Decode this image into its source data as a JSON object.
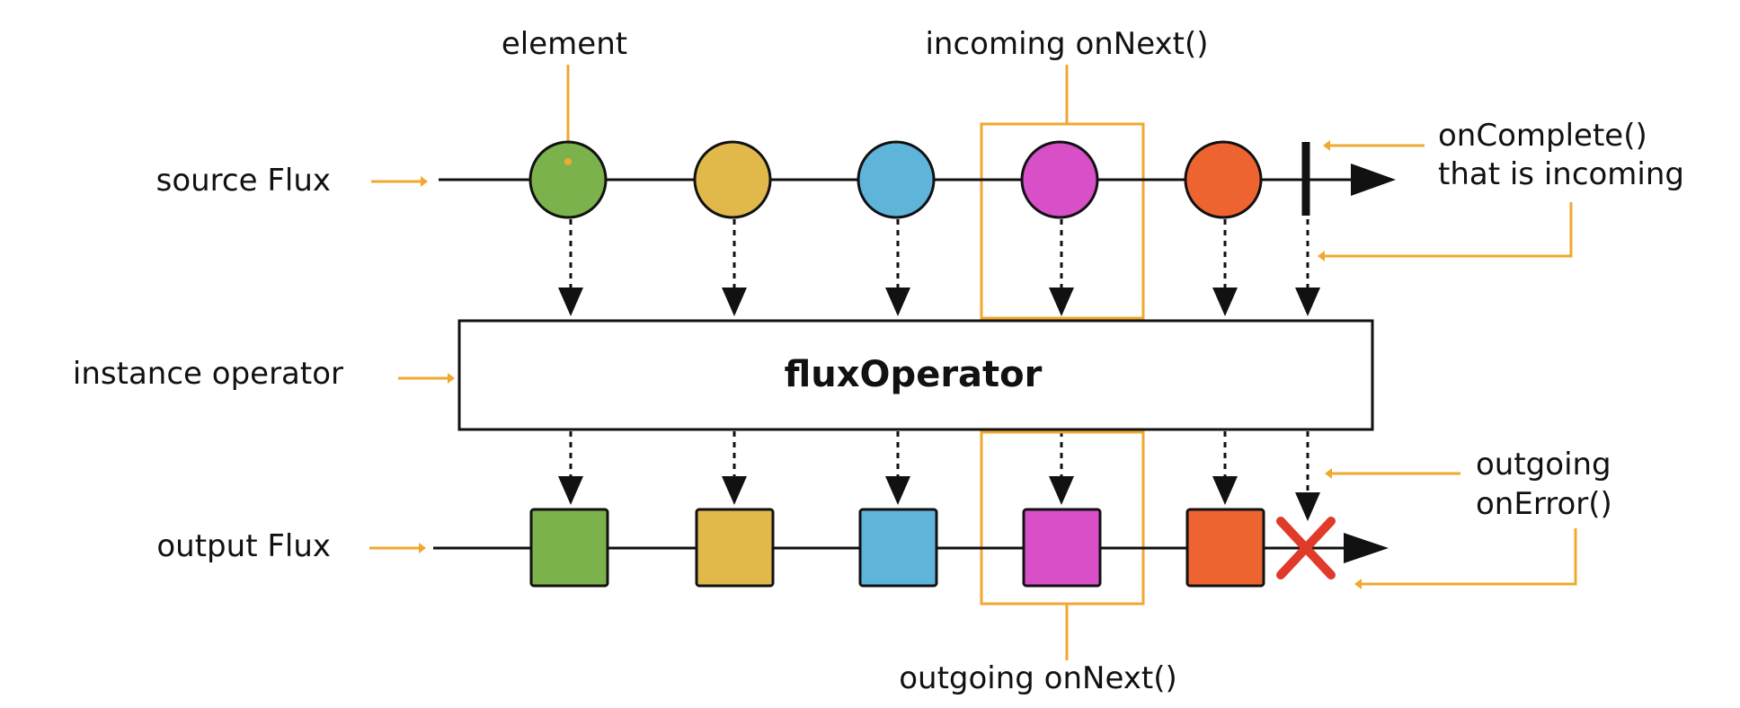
{
  "labels": {
    "source_flux": "source Flux",
    "instance_operator": "instance operator",
    "output_flux": "output Flux",
    "element": "element",
    "incoming_onnext": "incoming onNext()",
    "oncomplete_line1": "onComplete()",
    "oncomplete_line2": "that is incoming",
    "outgoing_onerror_line1": "outgoing",
    "outgoing_onerror_line2": "onError()",
    "outgoing_onnext": "outgoing onNext()"
  },
  "operator": {
    "label": "fluxOperator"
  },
  "elements": [
    {
      "color": "#7CB24C"
    },
    {
      "color": "#E0B94A"
    },
    {
      "color": "#5FB4DA"
    },
    {
      "color": "#D84FC8"
    },
    {
      "color": "#EE6430"
    }
  ],
  "colors": {
    "annotation": "#F0A830",
    "error_x": "#E03A2A",
    "stroke": "#111111"
  },
  "icons": {
    "complete": "vertical-bar-icon",
    "error": "x-icon"
  }
}
